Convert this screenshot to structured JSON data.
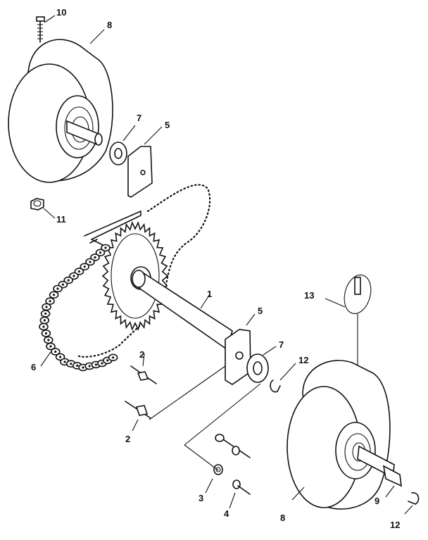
{
  "diagram": {
    "labels": {
      "l10": "10",
      "l8_top": "8",
      "l7_top": "7",
      "l5_top": "5",
      "l11": "11",
      "l1": "1",
      "l13": "13",
      "l5_mid": "5",
      "l7_mid": "7",
      "l12_mid": "12",
      "l6": "6",
      "l2_upper": "2",
      "l2_lower": "2",
      "l3": "3",
      "l4": "4",
      "l8_bottom": "8",
      "l9": "9",
      "l12_bottom": "12"
    }
  }
}
